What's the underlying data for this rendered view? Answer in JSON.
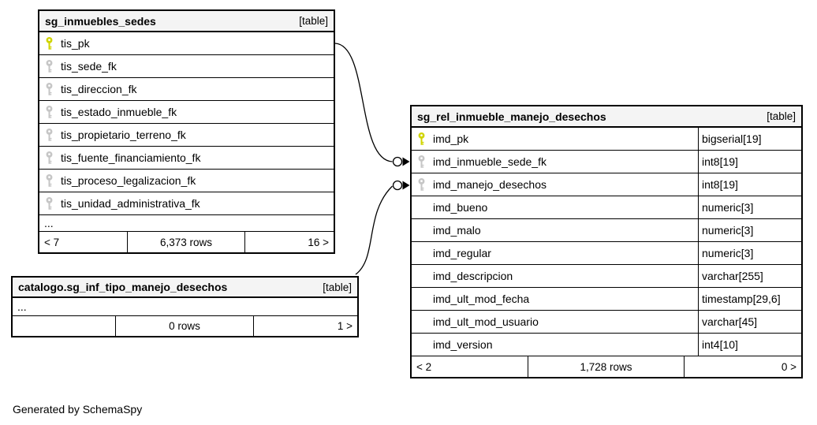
{
  "page": {
    "generated_by": "Generated by SchemaSpy"
  },
  "colors": {
    "primary_key_icon": "#d0d400",
    "foreign_key_icon": "#c6c6c6",
    "header_bg": "#f4f4f4",
    "border": "#000000"
  },
  "tables": {
    "sedes": {
      "title": "sg_inmuebles_sedes",
      "badge": "[table]",
      "columns": [
        {
          "name": "tis_pk",
          "key": "primary"
        },
        {
          "name": "tis_sede_fk",
          "key": "foreign"
        },
        {
          "name": "tis_direccion_fk",
          "key": "foreign"
        },
        {
          "name": "tis_estado_inmueble_fk",
          "key": "foreign"
        },
        {
          "name": "tis_propietario_terreno_fk",
          "key": "foreign"
        },
        {
          "name": "tis_fuente_financiamiento_fk",
          "key": "foreign"
        },
        {
          "name": "tis_proceso_legalizacion_fk",
          "key": "foreign"
        },
        {
          "name": "tis_unidad_administrativa_fk",
          "key": "foreign"
        }
      ],
      "ellipsis": "...",
      "footer": {
        "left": "< 7",
        "center": "6,373 rows",
        "right": "16 >"
      }
    },
    "rel": {
      "title": "sg_rel_inmueble_manejo_desechos",
      "badge": "[table]",
      "columns": [
        {
          "name": "imd_pk",
          "key": "primary",
          "type": "bigserial[19]"
        },
        {
          "name": "imd_inmueble_sede_fk",
          "key": "foreign",
          "type": "int8[19]"
        },
        {
          "name": "imd_manejo_desechos",
          "key": "foreign",
          "type": "int8[19]"
        },
        {
          "name": "imd_bueno",
          "key": "none",
          "type": "numeric[3]"
        },
        {
          "name": "imd_malo",
          "key": "none",
          "type": "numeric[3]"
        },
        {
          "name": "imd_regular",
          "key": "none",
          "type": "numeric[3]"
        },
        {
          "name": "imd_descripcion",
          "key": "none",
          "type": "varchar[255]"
        },
        {
          "name": "imd_ult_mod_fecha",
          "key": "none",
          "type": "timestamp[29,6]"
        },
        {
          "name": "imd_ult_mod_usuario",
          "key": "none",
          "type": "varchar[45]"
        },
        {
          "name": "imd_version",
          "key": "none",
          "type": "int4[10]"
        }
      ],
      "footer": {
        "left": "< 2",
        "center": "1,728 rows",
        "right": "0 >"
      }
    },
    "catalogo": {
      "title": "catalogo.sg_inf_tipo_manejo_desechos",
      "badge": "[table]",
      "ellipsis": "...",
      "footer": {
        "left": "",
        "center": "0 rows",
        "right": "1 >"
      }
    }
  }
}
